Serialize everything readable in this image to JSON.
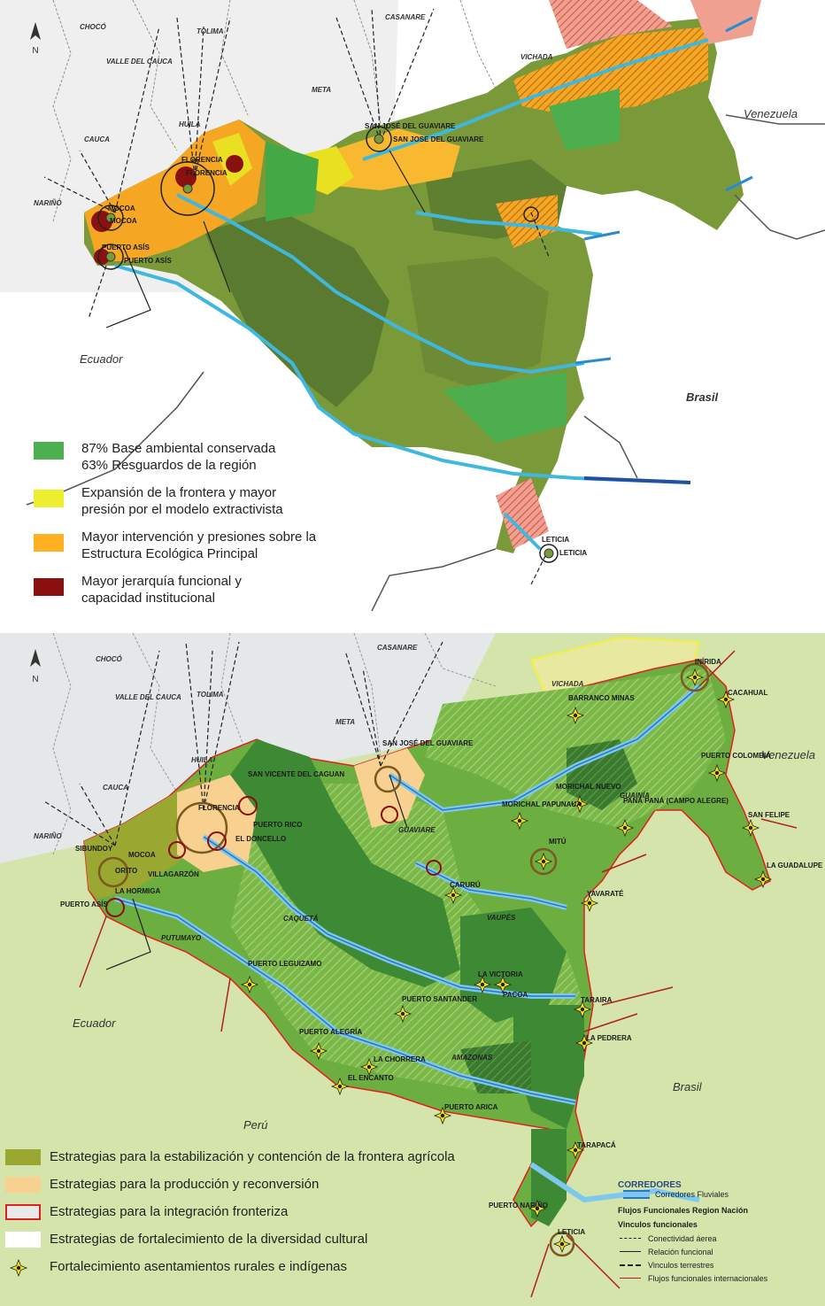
{
  "top_map": {
    "north": "N",
    "regions": [
      "CHOCÓ",
      "VALLE DEL CAUCA",
      "TOLIMA",
      "CAUCA",
      "HUILA",
      "META",
      "CASANARE",
      "VICHADA",
      "NARIÑO"
    ],
    "countries": [
      "Venezuela",
      "Ecuador",
      "Brasil"
    ],
    "towns": [
      "SAN JOSÉ DEL GUAVIARE",
      "SAN JOSE DEL GUAVIARE",
      "FLORENCIA",
      "FLORENCIA",
      "MOCOA",
      "MOCOA",
      "PUERTO ASÍS",
      "PUERTO ASÍS",
      "LETICIA",
      "LETICIA"
    ],
    "legend": [
      {
        "color": "#4caf50",
        "lines": [
          "87% Base ambiental conservada",
          "63% Resguardos de la región"
        ]
      },
      {
        "color": "#eeee30",
        "lines": [
          "Expansión de la frontera y mayor",
          "presión por el modelo extractivista"
        ]
      },
      {
        "color": "#ffb020",
        "lines": [
          "Mayor intervención y presiones sobre la",
          "Estructura Ecológica Principal"
        ]
      },
      {
        "color": "#8b1010",
        "lines": [
          "Mayor jerarquía funcional y",
          "capacidad institucional"
        ]
      }
    ]
  },
  "bottom_map": {
    "north": "N",
    "regions": [
      "CHOCÓ",
      "VALLE DEL CAUCA",
      "TOLIMA",
      "CAUCA",
      "HUILA",
      "META",
      "CASANARE",
      "VICHADA",
      "NARIÑO"
    ],
    "countries": [
      "Venezuela",
      "Ecuador",
      "Brasil",
      "Perú"
    ],
    "rivers": [
      "GUAVIARE",
      "GUAINÍA",
      "CAQUETÁ",
      "PUTUMAYO",
      "VAUPÉS",
      "AMAZONAS"
    ],
    "towns": [
      "INÍRIDA",
      "BARRANCO MINAS",
      "CACAHUAL",
      "PUERTO COLOMBIA",
      "SAN JOSÉ DEL GUAVIARE",
      "SAN VICENTE DEL CAGUAN",
      "FLORENCIA",
      "PUERTO RICO",
      "EL DONCELLO",
      "MORICHAL NUEVO",
      "MORICHAL PAPUNAUA",
      "PANÁ PANÁ (CAMPO ALEGRE)",
      "SAN FELIPE",
      "LA GUADALUPE",
      "SIBUNDOY",
      "MOCOA",
      "ORITO",
      "VILLAGARZÓN",
      "LA HORMIGA",
      "PUERTO ASÍS",
      "MITÚ",
      "CARURÚ",
      "YAVARATÉ",
      "PUERTO LEGUIZAMO",
      "LA VICTORIA",
      "PACOA",
      "PUERTO SANTANDER",
      "TARAIRA",
      "PUERTO ALEGRÍA",
      "LA PEDRERA",
      "LA CHORRERA",
      "EL ENCANTO",
      "PUERTO ARICA",
      "TARAPACÁ",
      "PUERTO NARIÑO",
      "LETICIA"
    ],
    "legend": [
      {
        "color": "#9aa832",
        "text": "Estrategias para la estabilización y contención de la frontera agrícola"
      },
      {
        "color": "#f8d090",
        "text": "Estrategias para la producción y reconversión"
      },
      {
        "color": "#e8e8e8",
        "border": "#e02020",
        "text": "Estrategias para la integración fronteriza"
      },
      {
        "color": "#ffffff",
        "text": "Estrategias de fortalecimiento de la diversidad cultural"
      },
      {
        "color": "#f0e020",
        "text": "Fortalecimiento asentamientos rurales e indígenas"
      }
    ],
    "flows_legend": {
      "title": "CORREDORES",
      "corredores": "Corredores Fluviales",
      "flujos": "Flujos Funcionales Region Nación",
      "vinculos": "Vinculos funcionales",
      "items": [
        "Conectividad áerea",
        "Relación funcional",
        "Vinculos terrestres",
        "Flujos funcionales internacionales"
      ]
    }
  }
}
